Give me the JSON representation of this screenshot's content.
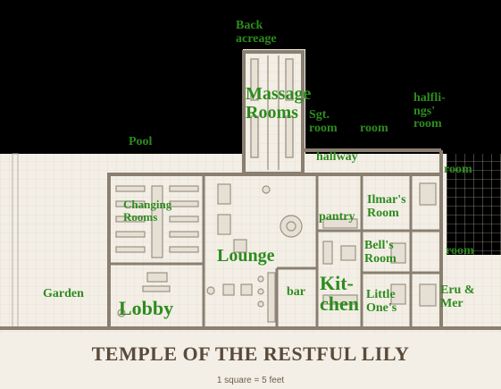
{
  "map": {
    "title": "TEMPLE OF THE RESTFUL LILY",
    "scale_note": "1 square = 5 feet",
    "rooms": {
      "back_acreage": "Back acreage",
      "massage_rooms": "Massage Rooms",
      "sgt_room": "Sgt. room",
      "room_top": "room",
      "halflings_room": "halfli- ngs' room",
      "pool": "Pool",
      "hallway": "hallway",
      "room_right_upper": "room",
      "changing_rooms": "Changing Rooms",
      "ilmars_room": "Ilmar's Room",
      "pantry": "pantry",
      "bells_room": "Bell's Room",
      "room_right_lower": "room",
      "lounge": "Lounge",
      "garden": "Garden",
      "bar": "bar",
      "kitchen": "Kit- chen",
      "little_ones": "Little One's",
      "eru_mer": "Eru & Mer",
      "lobby": "Lobby"
    },
    "colors": {
      "background": "#000000",
      "parchment": "#f3efe6",
      "grid": "#d9d2c4",
      "walls": "#8a7f70",
      "label": "#2e8b1f",
      "title": "#5a4a3a"
    }
  }
}
